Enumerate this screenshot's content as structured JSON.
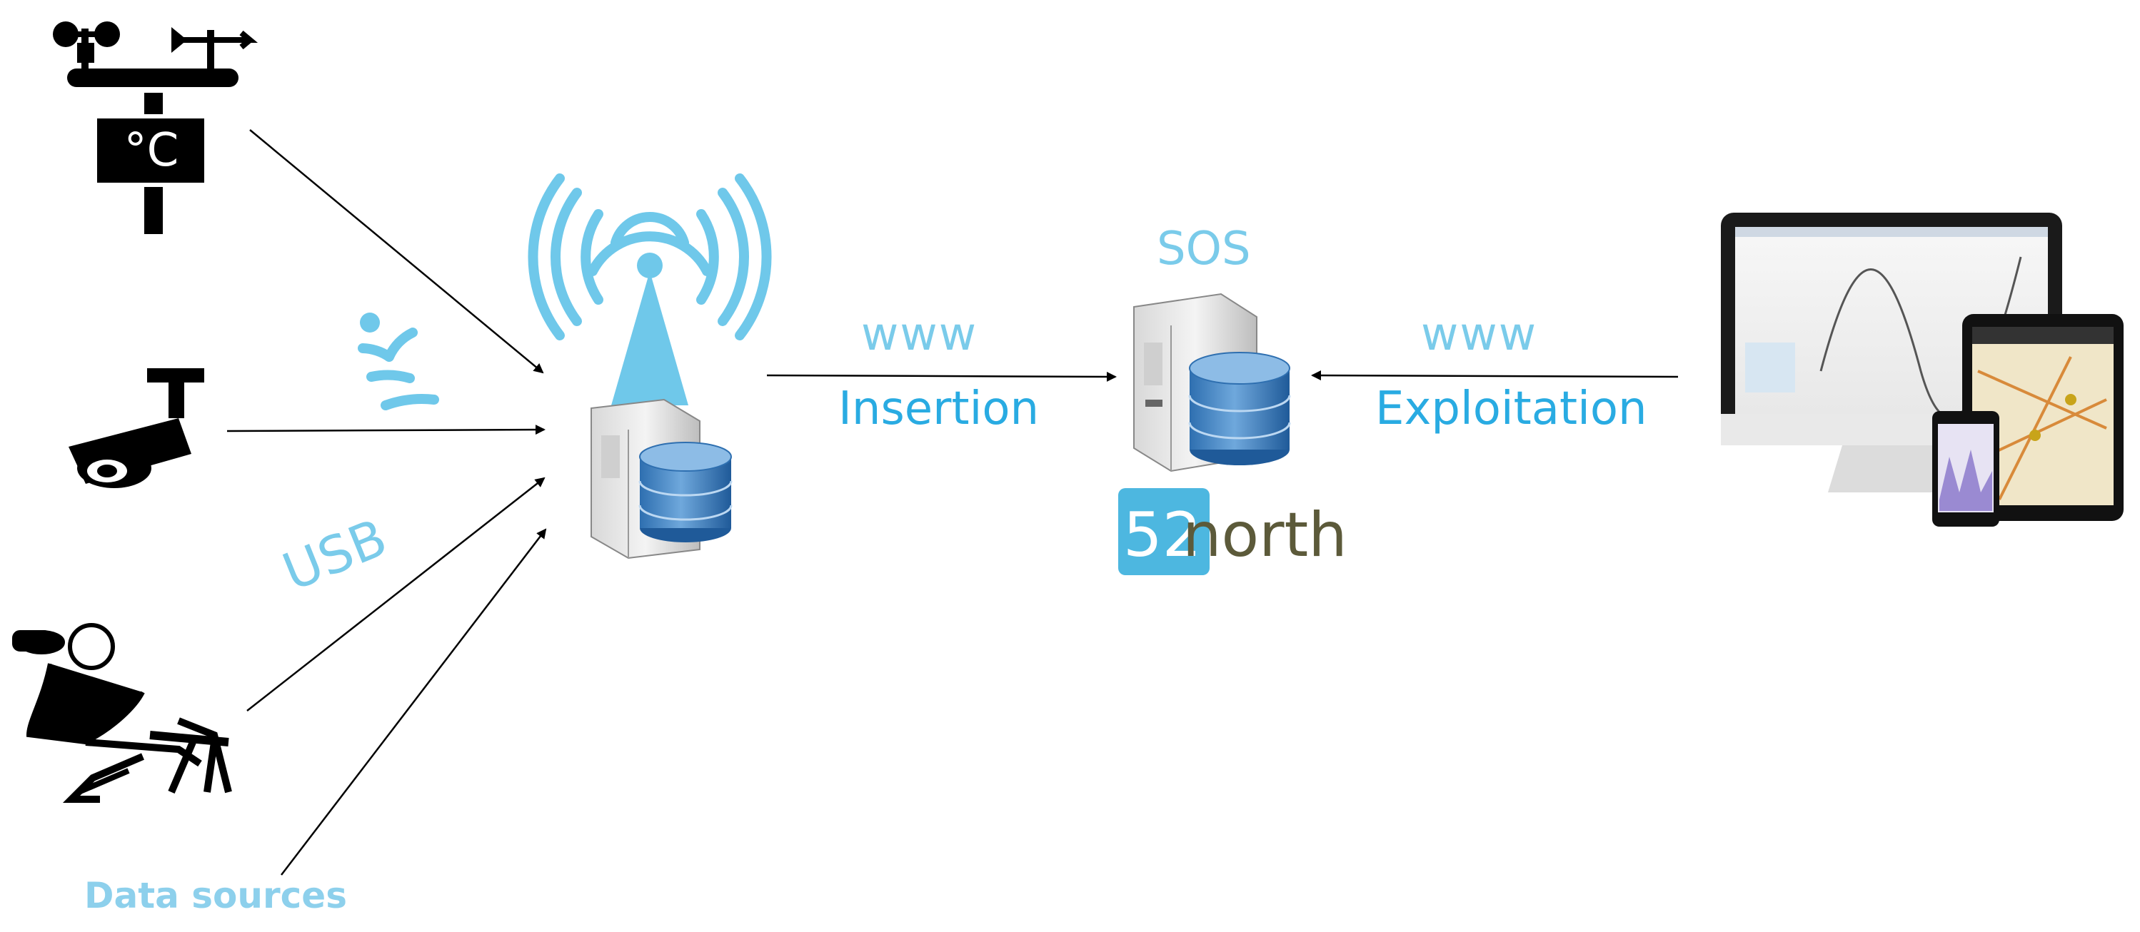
{
  "labels": {
    "www_left": "www",
    "insertion": "Insertion",
    "sos": "SOS",
    "www_right": "www",
    "exploitation": "Exploitation",
    "usb": "USB",
    "data_sources": "Data sources"
  },
  "logo": {
    "part1": "52",
    "part2": "north",
    "box_color": "#4DB7E0",
    "text_color": "#5C5A3A"
  },
  "colors": {
    "accent": "#29ABE2",
    "accent_light": "#7ACBEA",
    "db_blue": "#3F7FBF",
    "arrow": "#000000"
  },
  "icons": {
    "weather_station": "weather-station-icon",
    "camera": "security-camera-icon",
    "observer": "human-observer-icon",
    "wireless": "wireless-signal-icon",
    "gateway": "gateway-server-icon",
    "sos_server": "sos-server-icon",
    "devices": "client-devices-icon"
  }
}
